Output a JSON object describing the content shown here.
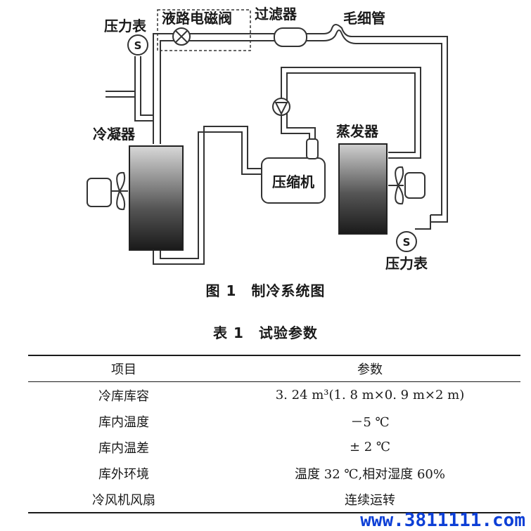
{
  "figure": {
    "labels": {
      "gauge_top_left": "压力表",
      "solenoid_valve": "液路电磁阀",
      "filter": "过滤器",
      "capillary": "毛细管",
      "condenser": "冷凝器",
      "compressor": "压缩机",
      "evaporator": "蒸发器",
      "gauge_bottom_right": "压力表",
      "gauge_symbol": "S"
    },
    "caption": "图 1　制冷系统图"
  },
  "table": {
    "caption": "表 1　试验参数",
    "headers": [
      "项目",
      "参数"
    ],
    "rows": [
      [
        "冷库库容",
        "3. 24 m³(1. 8 m×0. 9 m×2 m)"
      ],
      [
        "库内温度",
        "－5 ℃"
      ],
      [
        "库内温差",
        "± 2 ℃"
      ],
      [
        "库外环境",
        "温度 32 ℃,相对湿度 60%"
      ],
      [
        "冷风机风扇",
        "连续运转"
      ]
    ]
  },
  "watermark": "www.3811111.com"
}
